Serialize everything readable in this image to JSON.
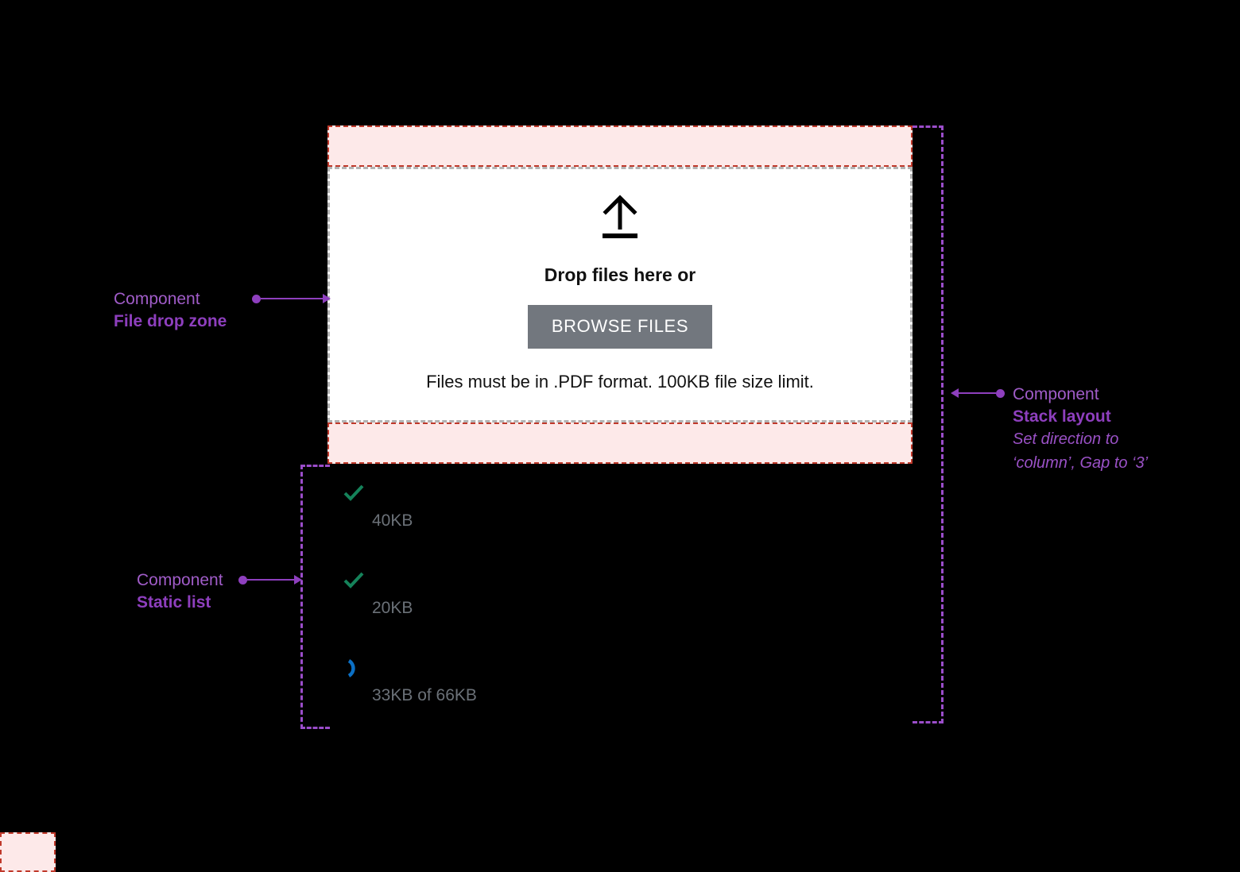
{
  "canvas": {
    "background": "#000000",
    "accent_purple": "#8e3fbe",
    "gap_band_fill": "#fde9e9",
    "gap_band_border": "#c0392b",
    "dropzone_border": "#b3b3b3",
    "button_bg": "#72777e",
    "success_green": "#15825a",
    "progress_blue": "#0b6fc4"
  },
  "dropzone": {
    "icon": "upload-arrow-icon",
    "title": "Drop files here or",
    "button_label": "BROWSE FILES",
    "hint": "Files must be in .PDF format. 100KB file size limit."
  },
  "static_list": {
    "items": [
      {
        "status_icon": "check-icon",
        "status": "complete",
        "name": "",
        "size": "40KB"
      },
      {
        "status_icon": "check-icon",
        "status": "complete",
        "name": "",
        "size": "20KB"
      },
      {
        "status_icon": "spinner-icon",
        "status": "uploading",
        "name": "",
        "size": "33KB of 66KB"
      }
    ]
  },
  "annotations": [
    {
      "id": "file-drop-zone",
      "kind": "Component",
      "name": "File drop zone",
      "note": ""
    },
    {
      "id": "stack-layout",
      "kind": "Component",
      "name": "Stack layout",
      "note_line1": "Set direction to",
      "note_line2": "‘column’, Gap to ‘3’"
    },
    {
      "id": "static-list",
      "kind": "Component",
      "name": "Static list",
      "note": ""
    }
  ]
}
